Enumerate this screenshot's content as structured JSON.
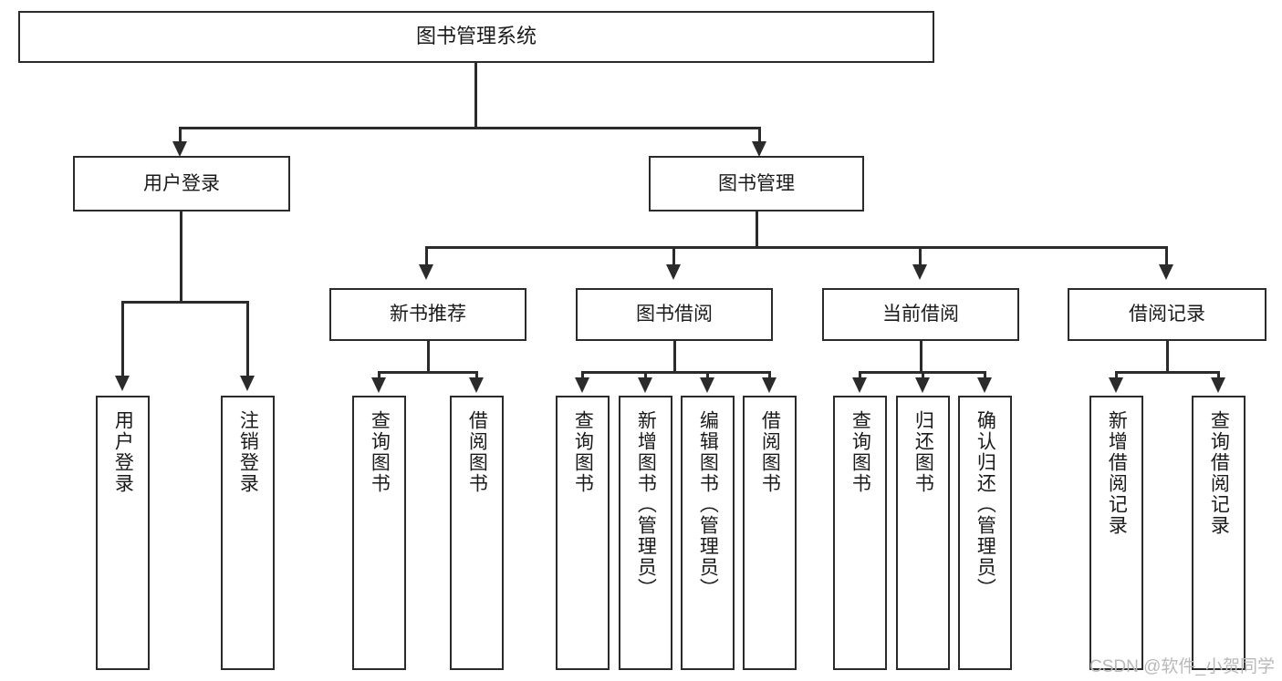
{
  "diagram": {
    "type": "tree-hierarchy-flowchart",
    "title": "图书管理系统",
    "root": {
      "id": "root",
      "label": "图书管理系统",
      "orientation": "horizontal"
    },
    "level2": [
      {
        "id": "user-login",
        "label": "用户登录",
        "orientation": "horizontal"
      },
      {
        "id": "book-management",
        "label": "图书管理",
        "orientation": "horizontal"
      }
    ],
    "level3": [
      {
        "id": "new-book-recommend",
        "label": "新书推荐",
        "orientation": "horizontal",
        "parent": "book-management"
      },
      {
        "id": "book-borrow",
        "label": "图书借阅",
        "orientation": "horizontal",
        "parent": "book-management"
      },
      {
        "id": "current-borrow",
        "label": "当前借阅",
        "orientation": "horizontal",
        "parent": "book-management"
      },
      {
        "id": "borrow-record",
        "label": "借阅记录",
        "orientation": "horizontal",
        "parent": "book-management"
      }
    ],
    "leaves": [
      {
        "id": "leaf-user-login",
        "label": "用户登录",
        "parent": "user-login",
        "orientation": "vertical"
      },
      {
        "id": "leaf-logout",
        "label": "注销登录",
        "parent": "user-login",
        "orientation": "vertical"
      },
      {
        "id": "leaf-query-book-1",
        "label": "查询图书",
        "parent": "new-book-recommend",
        "orientation": "vertical"
      },
      {
        "id": "leaf-borrow-book-1",
        "label": "借阅图书",
        "parent": "new-book-recommend",
        "orientation": "vertical"
      },
      {
        "id": "leaf-query-book-2",
        "label": "查询图书",
        "parent": "book-borrow",
        "orientation": "vertical"
      },
      {
        "id": "leaf-add-book",
        "label": "新增图书（管理员）",
        "parent": "book-borrow",
        "orientation": "vertical"
      },
      {
        "id": "leaf-edit-book",
        "label": "编辑图书（管理员）",
        "parent": "book-borrow",
        "orientation": "vertical"
      },
      {
        "id": "leaf-borrow-book-2",
        "label": "借阅图书",
        "parent": "book-borrow",
        "orientation": "vertical"
      },
      {
        "id": "leaf-query-book-3",
        "label": "查询图书",
        "parent": "current-borrow",
        "orientation": "vertical"
      },
      {
        "id": "leaf-return-book",
        "label": "归还图书",
        "parent": "current-borrow",
        "orientation": "vertical"
      },
      {
        "id": "leaf-confirm-return",
        "label": "确认归还（管理员）",
        "parent": "current-borrow",
        "orientation": "vertical"
      },
      {
        "id": "leaf-add-record",
        "label": "新增借阅记录",
        "parent": "borrow-record",
        "orientation": "vertical"
      },
      {
        "id": "leaf-query-record",
        "label": "查询借阅记录",
        "parent": "borrow-record",
        "orientation": "vertical"
      }
    ],
    "colors": {
      "stroke": "#2b2b2b",
      "fill": "#ffffff",
      "text": "#1a1a1a",
      "watermark": "#b9b9b9"
    }
  },
  "watermark": {
    "text": "CSDN @软件_小贺同学"
  }
}
